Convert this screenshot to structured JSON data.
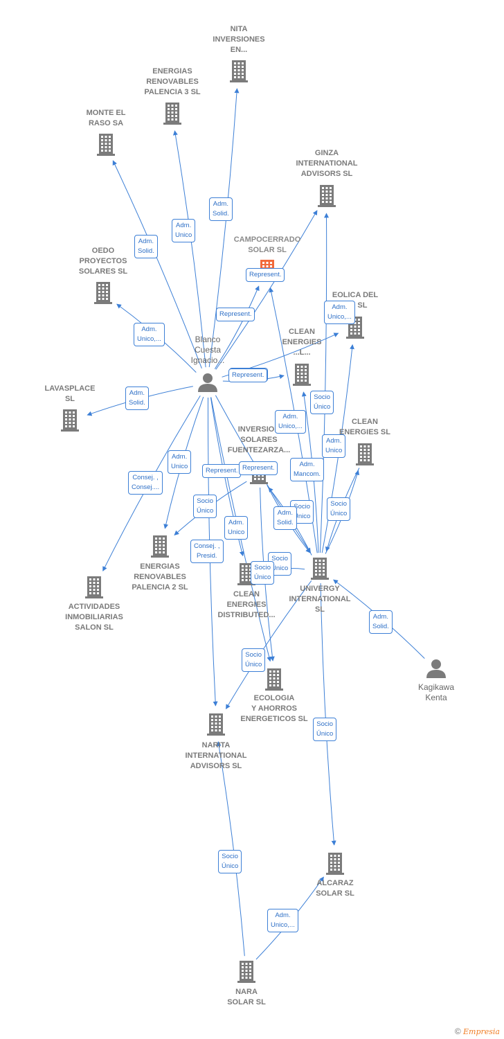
{
  "colors": {
    "edge": "#3c7fd6",
    "node": "#7b7b7b",
    "focus_node": "#f26a3b"
  },
  "nodes": [
    {
      "id": "nita",
      "type": "company",
      "label": [
        "NITA",
        "INVERSIONES",
        "EN..."
      ]
    },
    {
      "id": "erp3",
      "type": "company",
      "label": [
        "ENERGIAS",
        "RENOVABLES",
        "PALENCIA 3 SL"
      ]
    },
    {
      "id": "monte",
      "type": "company",
      "label": [
        "MONTE EL",
        "RASO SA"
      ]
    },
    {
      "id": "ginza",
      "type": "company",
      "label": [
        "GINZA",
        "INTERNATIONAL",
        "ADVISORS  SL"
      ]
    },
    {
      "id": "campo",
      "type": "company",
      "focus": true,
      "label": [
        "CAMPOCERRADO",
        "SOLAR  SL"
      ]
    },
    {
      "id": "oedo",
      "type": "company",
      "label": [
        "OEDO",
        "PROYECTOS",
        "SOLARES  SL"
      ]
    },
    {
      "id": "eolica",
      "type": "company",
      "label": [
        "EOLICA DEL",
        "...O SL"
      ]
    },
    {
      "id": "blanco",
      "type": "person",
      "label": [
        "Blanco",
        "Cuesta",
        "Ignacio..."
      ]
    },
    {
      "id": "clean1",
      "type": "company",
      "label": [
        "CLEAN",
        "ENERGIES",
        "...L..."
      ]
    },
    {
      "id": "lavasplace",
      "type": "company",
      "label": [
        "LAVASPLACE",
        "SL"
      ]
    },
    {
      "id": "clean2",
      "type": "company",
      "label": [
        "CLEAN",
        "ENERGIES SL"
      ]
    },
    {
      "id": "inversion",
      "type": "company",
      "label": [
        "INVERSION",
        "SOLARES",
        "FUENTEZARZA..."
      ]
    },
    {
      "id": "erp2",
      "type": "company",
      "label": [
        "ENERGIAS",
        "RENOVABLES",
        "PALENCIA 2 SL"
      ]
    },
    {
      "id": "actividades",
      "type": "company",
      "label": [
        "ACTIVIDADES",
        "INMOBILIARIAS",
        "SALON SL"
      ]
    },
    {
      "id": "cleandist",
      "type": "company",
      "label": [
        "CLEAN",
        "ENERGIES",
        "DISTRIBUTED..."
      ]
    },
    {
      "id": "univergy",
      "type": "company",
      "label": [
        "UNIVERGY",
        "INTERNATIONAL",
        "SL"
      ]
    },
    {
      "id": "kagikawa",
      "type": "person",
      "label": [
        "Kagikawa",
        "Kenta"
      ]
    },
    {
      "id": "ecologia",
      "type": "company",
      "label": [
        "ECOLOGIA",
        "Y AHORROS",
        "ENERGETICOS SL"
      ]
    },
    {
      "id": "narita",
      "type": "company",
      "label": [
        "NARITA",
        "INTERNATIONAL",
        "ADVISORS  SL"
      ]
    },
    {
      "id": "alcaraz",
      "type": "company",
      "label": [
        "ALCARAZ",
        "SOLAR SL"
      ]
    },
    {
      "id": "nara",
      "type": "company",
      "label": [
        "NARA",
        "SOLAR  SL"
      ]
    }
  ],
  "edges": [
    {
      "from": "blanco",
      "to": "nita",
      "label": [
        "Adm.",
        "Solid."
      ]
    },
    {
      "from": "blanco",
      "to": "erp3",
      "label": [
        "Adm.",
        "Unico"
      ]
    },
    {
      "from": "blanco",
      "to": "monte",
      "label": [
        "Adm.",
        "Solid."
      ]
    },
    {
      "from": "blanco",
      "to": "oedo",
      "label": [
        "Adm.",
        "Unico,..."
      ]
    },
    {
      "from": "blanco",
      "to": "campo",
      "label": [
        "Represent."
      ]
    },
    {
      "from": "blanco",
      "to": "ginza",
      "label": [
        "Represent."
      ]
    },
    {
      "from": "blanco",
      "to": "eolica",
      "label": [
        "Represent."
      ]
    },
    {
      "from": "blanco",
      "to": "clean1",
      "label": [
        "Represent."
      ]
    },
    {
      "from": "blanco",
      "to": "lavasplace",
      "label": [
        "Adm.",
        "Solid."
      ]
    },
    {
      "from": "blanco",
      "to": "erp2",
      "label": [
        "Adm.",
        "Unico"
      ]
    },
    {
      "from": "blanco",
      "to": "actividades",
      "label": [
        "Consej. ,",
        "Consej...."
      ]
    },
    {
      "from": "blanco",
      "to": "narita",
      "label": [
        "Consej. ,",
        "Presid."
      ]
    },
    {
      "from": "blanco",
      "to": "cleandist",
      "label": [
        "Adm.",
        "Unico"
      ]
    },
    {
      "from": "blanco",
      "to": "univergy",
      "label": [
        "Represent."
      ]
    },
    {
      "from": "blanco",
      "to": "ecologia",
      "label": [
        "Represent."
      ]
    },
    {
      "from": "univergy",
      "to": "campo",
      "label": [
        "Adm.",
        "Unico,..."
      ]
    },
    {
      "from": "univergy",
      "to": "ginza",
      "label": [
        "Adm.",
        "Unico,..."
      ]
    },
    {
      "from": "univergy",
      "to": "clean1",
      "label": [
        "Socio",
        "Único"
      ]
    },
    {
      "from": "univergy",
      "to": "eolica",
      "label": [
        "Adm.",
        "Unico"
      ]
    },
    {
      "from": "univergy",
      "to": "clean2",
      "label": [
        "Adm.",
        "Mancom."
      ]
    },
    {
      "from": "univergy",
      "to": "inversion",
      "label": [
        "Socio",
        "Único"
      ]
    },
    {
      "from": "inversion",
      "to": "erp2",
      "label": [
        "Socio",
        "Único"
      ]
    },
    {
      "from": "univergy",
      "to": "cleandist",
      "label": [
        "Socio",
        "Único"
      ]
    },
    {
      "from": "clean2",
      "to": "univergy",
      "label": [
        "Socio",
        "Único"
      ]
    },
    {
      "from": "inversion",
      "to": "univergy",
      "label": [
        "Adm.",
        "Solid."
      ]
    },
    {
      "from": "inversion",
      "to": "ecologia",
      "label": [
        "Socio",
        "Único"
      ]
    },
    {
      "from": "univergy",
      "to": "narita",
      "label": [
        "Socio",
        "Único"
      ]
    },
    {
      "from": "kagikawa",
      "to": "univergy",
      "label": [
        "Adm.",
        "Solid."
      ]
    },
    {
      "from": "univergy",
      "to": "alcaraz",
      "label": [
        "Socio",
        "Único"
      ]
    },
    {
      "from": "nara",
      "to": "narita",
      "label": [
        "Socio",
        "Único"
      ]
    },
    {
      "from": "nara",
      "to": "alcaraz",
      "label": [
        "Adm.",
        "Unico,..."
      ]
    }
  ],
  "footer": {
    "copyright": "©",
    "brand": "Empresia"
  }
}
